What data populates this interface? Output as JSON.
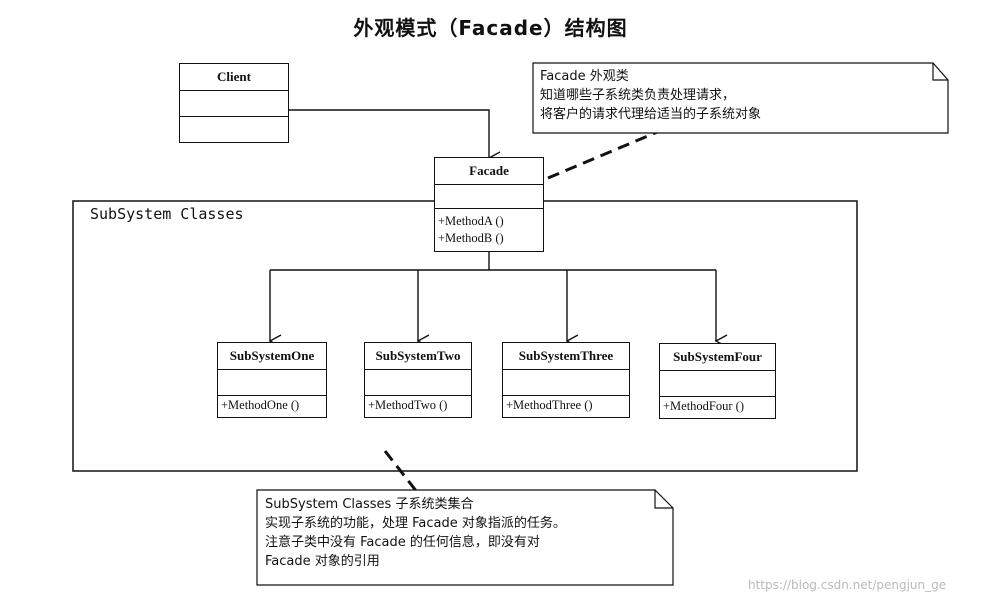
{
  "diagram": {
    "title": "外观模式（Facade）结构图",
    "package": {
      "label": "SubSystem Classes"
    },
    "classes": {
      "client": {
        "name": "Client"
      },
      "facade": {
        "name": "Facade",
        "methods": [
          "+MethodA ()",
          "+MethodB ()"
        ]
      },
      "sub_one": {
        "name": "SubSystemOne",
        "methods": [
          "+MethodOne ()"
        ]
      },
      "sub_two": {
        "name": "SubSystemTwo",
        "methods": [
          "+MethodTwo ()"
        ]
      },
      "sub_three": {
        "name": "SubSystemThree",
        "methods": [
          "+MethodThree ()"
        ]
      },
      "sub_four": {
        "name": "SubSystemFour",
        "methods": [
          "+MethodFour ()"
        ]
      }
    },
    "notes": {
      "facade": {
        "lines": [
          "Facade 外观类",
          "知道哪些子系统类负责处理请求，",
          "将客户的请求代理给适当的子系统对象"
        ]
      },
      "subsystem": {
        "lines": [
          "SubSystem Classes  子系统类集合",
          "实现子系统的功能，处理 Facade 对象指派的任务。",
          "注意子类中没有 Facade 的任何信息，即没有对",
          "Facade 对象的引用"
        ]
      }
    }
  },
  "watermark": "https://blog.csdn.net/pengjun_ge"
}
